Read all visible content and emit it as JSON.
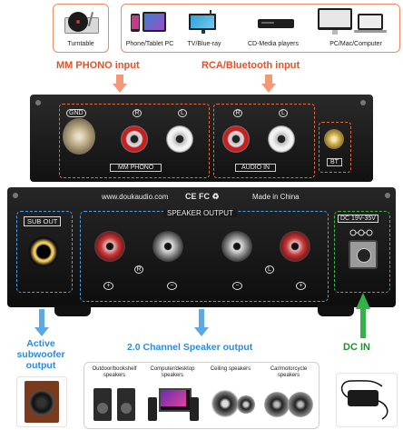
{
  "sources": {
    "turntable": "Turntable",
    "phone_tablet": "Phone/Tablet PC",
    "tv": "TV/Blue-ray",
    "cd": "CD-Media players",
    "pc": "PC/Mac/Computer"
  },
  "headings": {
    "phono_input": "MM PHONO input",
    "rca_input": "RCA/Bluetooth input",
    "active_sub": "Active subwoofer output",
    "speaker_out": "2.0 Channel Speaker output",
    "dc_in": "DC IN"
  },
  "rear_panel": {
    "gnd": "GND",
    "r": "R",
    "l": "L",
    "mm_phono": "MM PHONO",
    "audio_in": "AUDIO IN",
    "bt": "BT"
  },
  "front_panel": {
    "website": "www.doukaudio.com",
    "certs": "CE FC ♻",
    "made_in": "Made in China",
    "sub_out": "SUB OUT",
    "speaker_output": "SPEAKER OUTPUT",
    "dc_spec": "DC 19V-35V",
    "r": "R",
    "l": "L",
    "plus": "+",
    "minus": "−"
  },
  "speakers": {
    "bookshelf": "Outdoor/bookshelf speakers",
    "desktop": "Computer/desktop speakers",
    "ceiling": "Ceiling speakers",
    "car": "Car/motorcycle speakers"
  },
  "colors": {
    "orange": "#e1532a",
    "blue": "#2e8ad8",
    "green": "#1f8f2f"
  }
}
